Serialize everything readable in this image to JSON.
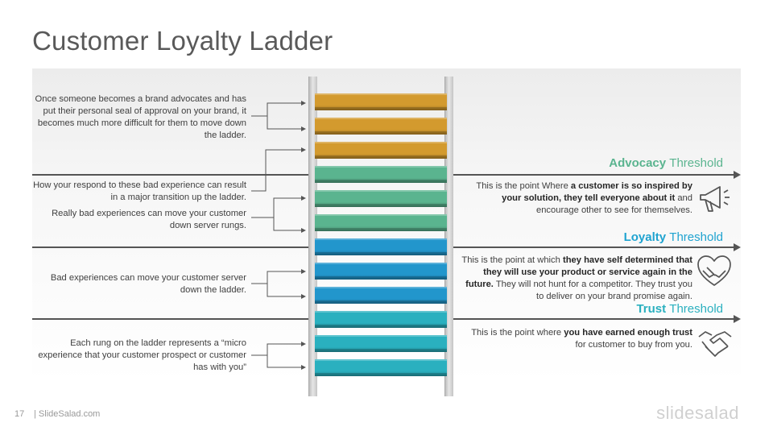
{
  "title": "Customer Loyalty Ladder",
  "left_notes": [
    "Once someone becomes a brand advocates and has put their personal seal of approval on your brand, it becomes much more difficult for them to move down the ladder.",
    "How your respond to these bad experience can result in a major transition up the ladder.",
    "Really bad experiences can move your customer down server rungs.",
    "Bad experiences can move your customer server down the ladder.",
    "Each rung on the ladder represents a “micro experience that your customer prospect or customer has with you”"
  ],
  "thresholds": {
    "advocacy": {
      "name": "Advocacy",
      "word": "Threshold",
      "color": "#5ab48f"
    },
    "loyalty": {
      "name": "Loyalty",
      "word": "Threshold",
      "color": "#1fa3d0"
    },
    "trust": {
      "name": "Trust",
      "word": "Threshold",
      "color": "#2ab0bf"
    }
  },
  "descriptions": {
    "advocacy": {
      "pre": "This is the point Where ",
      "bold": "a customer is so inspired by your solution, they tell everyone about it",
      "post": " and encourage other to see for themselves."
    },
    "loyalty": {
      "pre": "This is the point at which ",
      "bold": "they have self determined that they will use your product or service again in the future.",
      "post": " They will not hunt for a competitor. They trust you to deliver on your brand promise again."
    },
    "trust": {
      "pre": "This is the point where ",
      "bold": "you have earned enough trust",
      "post": " for customer to buy from you."
    }
  },
  "rung_colors": [
    "#d39a2e",
    "#d39a2e",
    "#d39a2e",
    "#5ab48f",
    "#5ab48f",
    "#5ab48f",
    "#2296cc",
    "#2296cc",
    "#2296cc",
    "#2ab0bf",
    "#2ab0bf",
    "#2ab0bf"
  ],
  "icons": [
    "megaphone-icon",
    "heart-hands-icon",
    "handshake-icon"
  ],
  "footer": {
    "page": "17",
    "brand": "| SlideSalad.com",
    "logo": "slidesalad"
  }
}
